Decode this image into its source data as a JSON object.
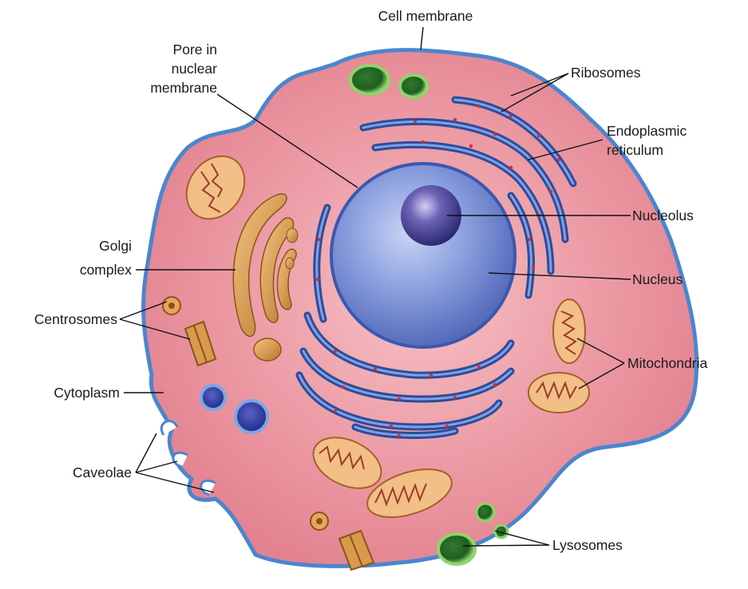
{
  "labels": {
    "cell_membrane": "Cell membrane",
    "pore_line1": "Pore in",
    "pore_line2": "nuclear",
    "pore_line3": "membrane",
    "ribosomes": "Ribosomes",
    "er_line1": "Endoplasmic",
    "er_line2": "reticulum",
    "nucleolus": "Nucleolus",
    "nucleus": "Nucleus",
    "golgi_line1": "Golgi",
    "golgi_line2": "complex",
    "centrosomes": "Centrosomes",
    "mitochondria": "Mitochondria",
    "cytoplasm": "Cytoplasm",
    "caveolae": "Caveolae",
    "lysosomes": "Lysosomes"
  },
  "colors": {
    "membrane": "#5b97d6",
    "cytoplasm": "#e98d98",
    "nucleus": "#6b84cf",
    "nucleolus": "#3d3a8a",
    "er": "#2e4f9c",
    "ribosome": "#d42a3a",
    "golgi": "#cf8b3a",
    "mitochondria": "#e2a36a",
    "lysosome": "#2f8a2f"
  }
}
